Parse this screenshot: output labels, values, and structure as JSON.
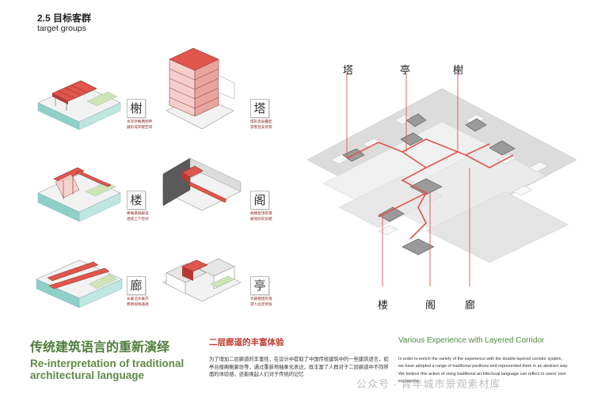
{
  "section": {
    "number_title": "2.5 目标客群",
    "subtitle": "target groups"
  },
  "illustrations": [
    {
      "char": "榭",
      "caption_lines": [
        "水岸亭榭两侧伸",
        "展形成开敞空间"
      ]
    },
    {
      "char": "塔",
      "caption_lines": [
        "塔形高层叠起",
        "游客登高赏景"
      ]
    },
    {
      "char": "楼",
      "caption_lines": [
        "楼阁悬挑廊道",
        "连接上下空间"
      ]
    },
    {
      "char": "阁",
      "caption_lines": [
        "阁楼屋顶错落",
        "廊道斜向穿越"
      ]
    },
    {
      "char": "廊",
      "caption_lines": [
        "长廊沿水展开",
        "两侧视线通透"
      ]
    },
    {
      "char": "亭",
      "caption_lines": [
        "亭廊相连院落",
        "游人驻足停留"
      ]
    }
  ],
  "map_labels": {
    "top": [
      "塔",
      "亭",
      "榭"
    ],
    "bottom": [
      "楼",
      "阁",
      "廊"
    ]
  },
  "left_heading_cn": "传统建筑语言的重新演绎",
  "left_heading_en": "Re-interpretation of traditional architectural language",
  "mid_heading": "二层廊道的丰富体验",
  "mid_paragraph": "为了增加二层廊道的丰富性，在设计中提取了中国传统建筑中的一些建筑语言，如亭台楼阁榭廊坊等，通过重新地抽象化表达，既丰富了人群对于二层廊道中不同界面的体验感，还能唤起人们对于传统的记忆",
  "right_heading": "Various Experience with Layered Corridor",
  "right_paragraph": "In order to enrich the variety of the experience with the double-layered corridor system, we have adopted a range of traditional pavilions and represented them in an abstract way. We believe this action of using traditional architectural language can reflect to users' own expression.",
  "watermark": "公众号 · 青年城市景观素材库",
  "colors": {
    "accent_red": "#e0554c",
    "green": "#5f8b46",
    "teal": "#8fd0c6"
  }
}
